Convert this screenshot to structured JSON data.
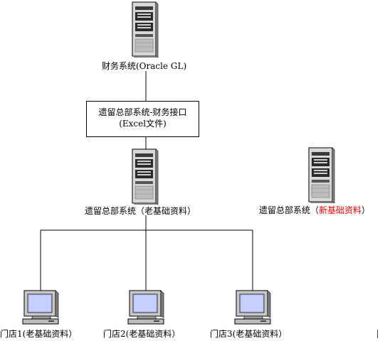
{
  "diagram": {
    "nodes": {
      "finance": {
        "label": "财务系统(Oracle GL)",
        "icon": "server-icon"
      },
      "interface": {
        "line1": "遗留总部系统-财务接口",
        "line2": "(Excel文件)"
      },
      "legacy_hq": {
        "label": "遗留总部系统（老基础资料）",
        "icon": "server-icon"
      },
      "new_hq": {
        "label_prefix": "遗留总部系统（",
        "label_highlight": "新基础资料",
        "label_suffix": "）",
        "icon": "server-icon",
        "highlight_color": "#ff0000"
      },
      "store1": {
        "label": "门店1(老基础资料）",
        "icon": "computer-icon"
      },
      "store2": {
        "label": "门店2(老基础资料）",
        "icon": "computer-icon"
      },
      "store3": {
        "label": "门店3(老基础资料）",
        "icon": "computer-icon"
      }
    }
  }
}
